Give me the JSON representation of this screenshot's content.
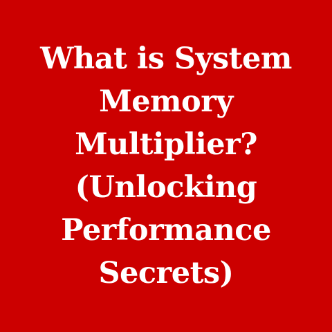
{
  "title_lines": [
    "What is System",
    "Memory",
    "Multiplier?",
    "(Unlocking",
    "Performance",
    "Secrets)"
  ],
  "colors": {
    "background": "#cc0000",
    "text": "#ffffff"
  }
}
